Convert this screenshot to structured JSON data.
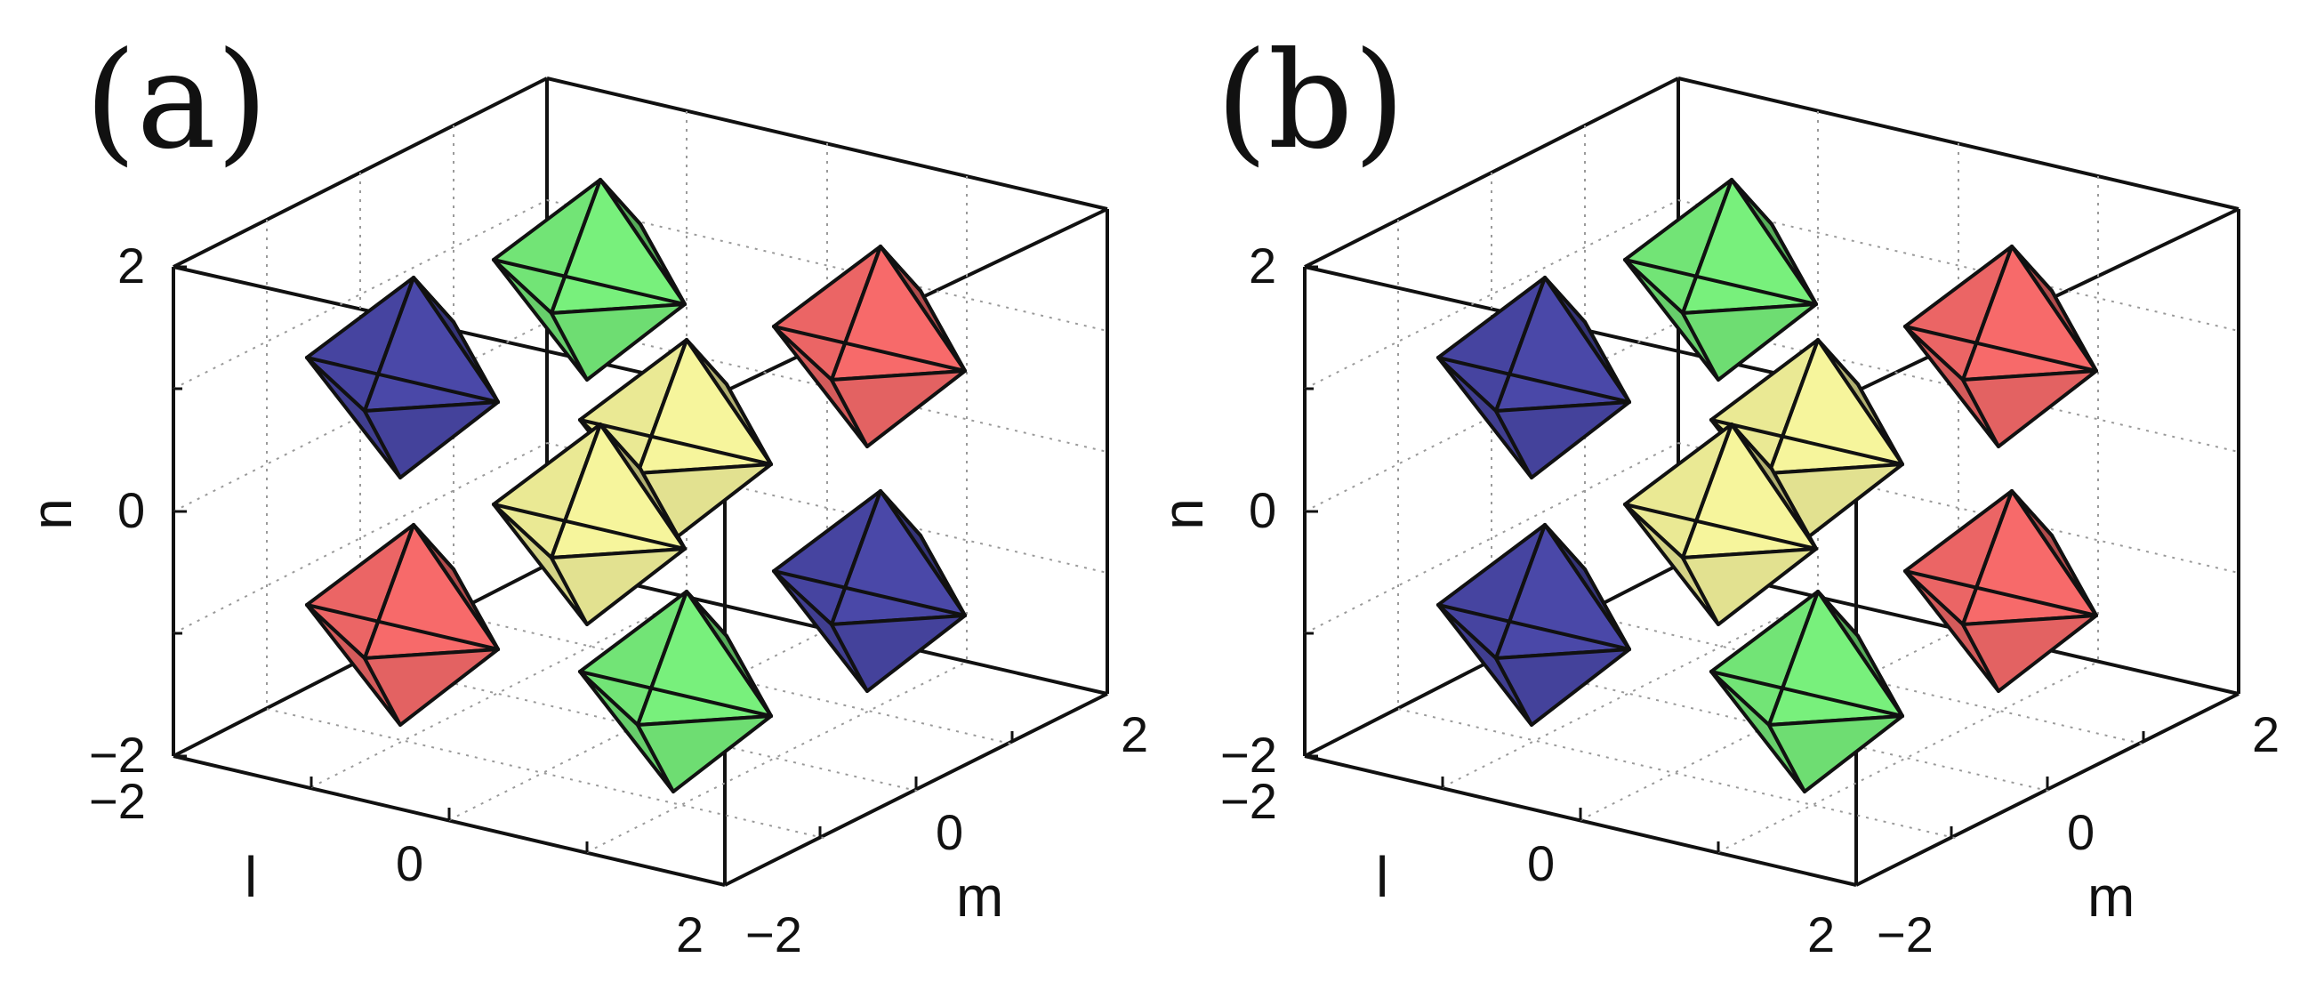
{
  "panels": [
    {
      "label": "(a)",
      "axis_labels": {
        "n": "n",
        "l": "l",
        "m": "m"
      },
      "ticks": {
        "n": [
          "2",
          "0",
          "−2"
        ],
        "l": [
          "−2",
          "0",
          "2"
        ],
        "m": [
          "−2",
          "0",
          "2"
        ]
      },
      "octahedra": [
        {
          "color": "green",
          "position": "back-top"
        },
        {
          "color": "blue",
          "position": "left-top"
        },
        {
          "color": "red",
          "position": "right-top"
        },
        {
          "color": "yellow",
          "position": "center-upper"
        },
        {
          "color": "yellow",
          "position": "center-lower"
        },
        {
          "color": "red",
          "position": "left-bottom"
        },
        {
          "color": "blue",
          "position": "right-bottom"
        },
        {
          "color": "green",
          "position": "front-bottom"
        }
      ]
    },
    {
      "label": "(b)",
      "axis_labels": {
        "n": "n",
        "l": "l",
        "m": "m"
      },
      "ticks": {
        "n": [
          "2",
          "0",
          "−2"
        ],
        "l": [
          "−2",
          "0",
          "2"
        ],
        "m": [
          "−2",
          "0",
          "2"
        ]
      },
      "octahedra": [
        {
          "color": "green",
          "position": "back-top"
        },
        {
          "color": "blue",
          "position": "left-top"
        },
        {
          "color": "red",
          "position": "right-top"
        },
        {
          "color": "yellow",
          "position": "center-upper"
        },
        {
          "color": "yellow",
          "position": "center-lower"
        },
        {
          "color": "blue",
          "position": "left-bottom"
        },
        {
          "color": "red",
          "position": "right-bottom"
        },
        {
          "color": "green",
          "position": "front-bottom"
        }
      ]
    }
  ],
  "colors": {
    "green": "#78f07c",
    "blue": "#4a48a8",
    "red": "#f76a6a",
    "yellow": "#f6f59c",
    "axis": "#111111",
    "grid": "#9a9a9a"
  }
}
